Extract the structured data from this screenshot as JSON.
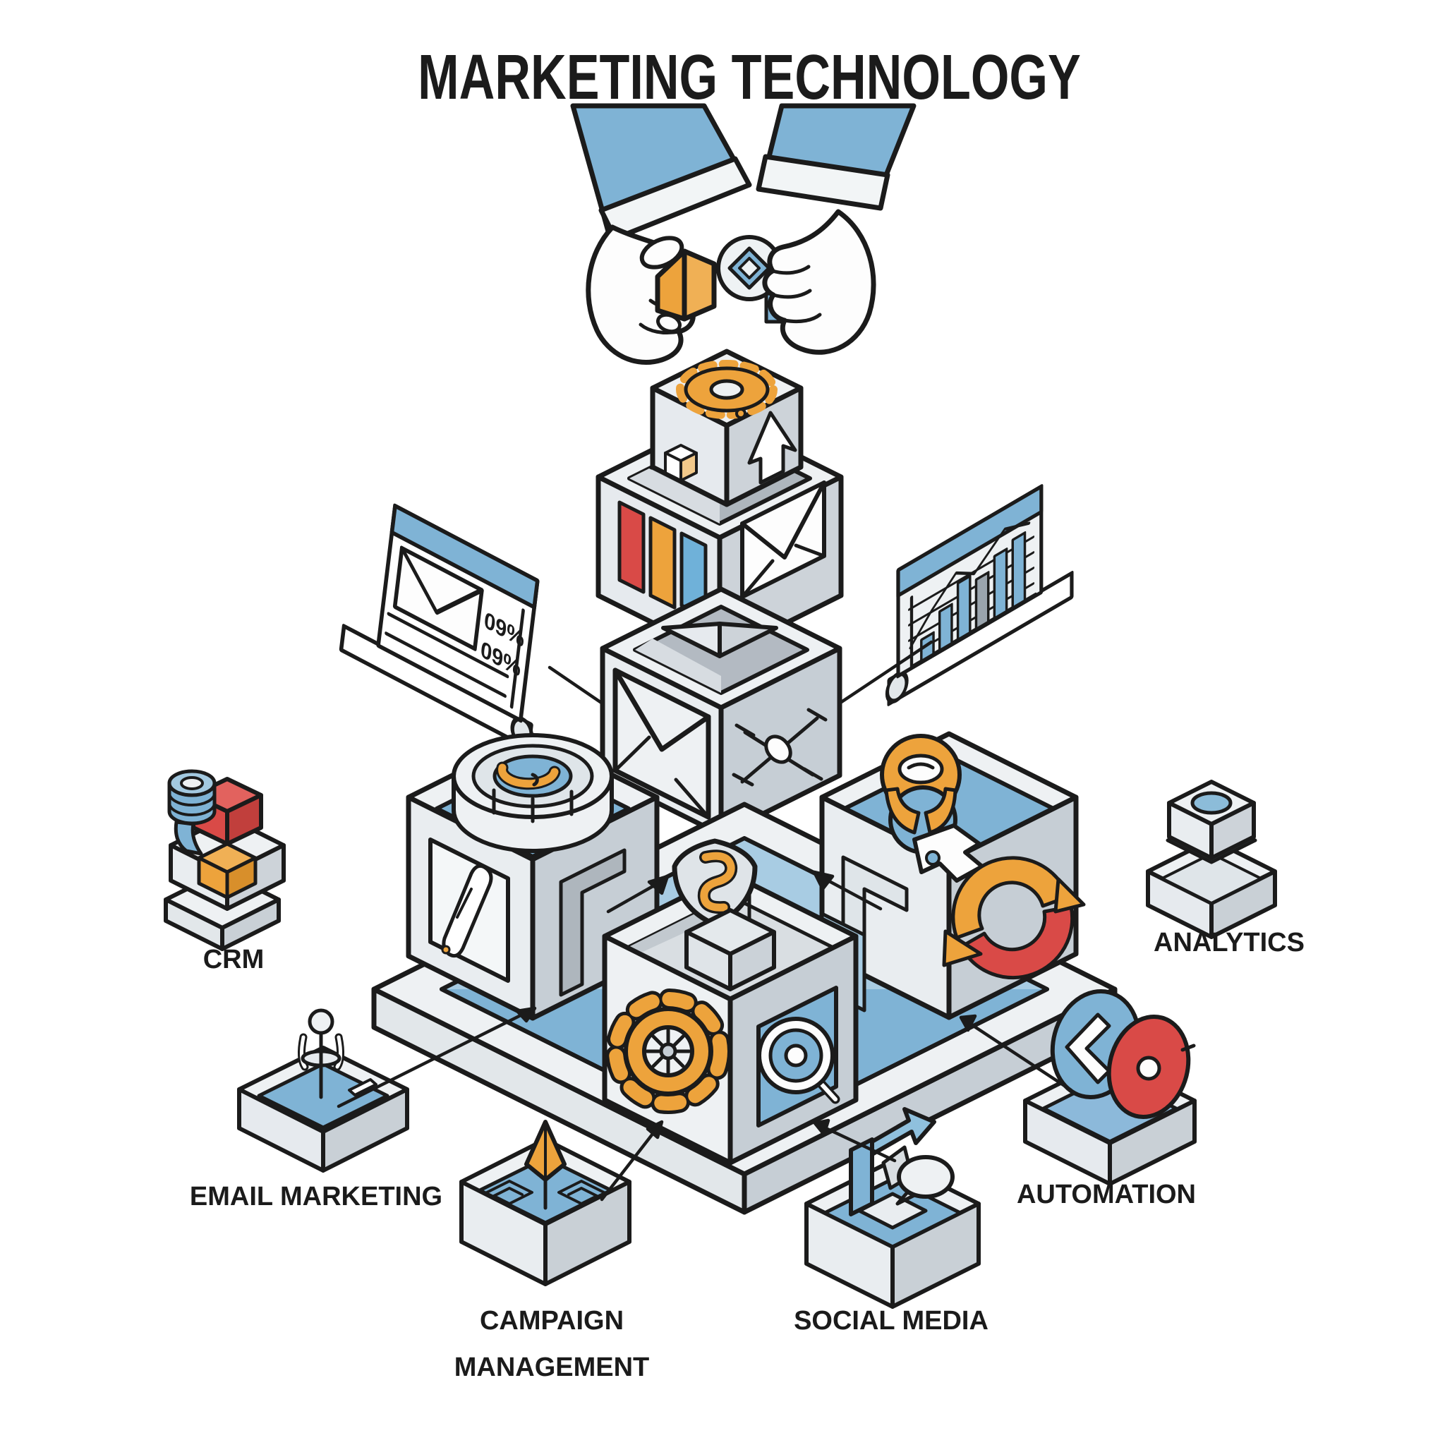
{
  "title": "MARKETING TECHNOLOGY",
  "nodes": {
    "crm": {
      "label": "CRM",
      "icon": "crm-blocks-icon"
    },
    "email_marketing": {
      "label": "EMAIL MARKETING",
      "icon": "beacon-antenna-icon"
    },
    "campaign_management": {
      "label_line1": "CAMPAIGN",
      "label_line2": "MANAGEMENT",
      "icon": "maze-arrow-icon"
    },
    "social_media": {
      "label": "SOCIAL MEDIA",
      "icon": "share-arrow-speech-bubble-icon"
    },
    "automation": {
      "label": "AUTOMATION",
      "icon": "gear-discs-icon"
    },
    "analytics": {
      "label": "ANALYTICS",
      "icon": "stacked-block-icon"
    }
  },
  "banners": {
    "email_report": {
      "stats": [
        "09%",
        "09%"
      ],
      "icon": "envelope-icon"
    },
    "analytics_report": {
      "icon": "bar-chart-icon"
    }
  },
  "stack_icons": [
    "gear-icon",
    "cursor-arrow-icon",
    "box-icon",
    "bar-chart-icon",
    "envelope-icon",
    "drone-icon"
  ],
  "platform_icons": [
    "pen-icon",
    "coil-turbine-icon",
    "shield-icon",
    "gear-icon",
    "target-icon",
    "map-pin-icon",
    "refresh-arrows-icon"
  ],
  "hands": {
    "left_holds": "orange-block",
    "right_holds": "round-puzzle-piece"
  },
  "colors": {
    "outline": "#1b1b1b",
    "blue": "#7fb3d5",
    "light_blue": "#a8cce3",
    "orange": "#eda33c",
    "red": "#d94a47",
    "light_gray": "#eceff1",
    "mid_gray": "#c6ced5",
    "white": "#ffffff"
  }
}
